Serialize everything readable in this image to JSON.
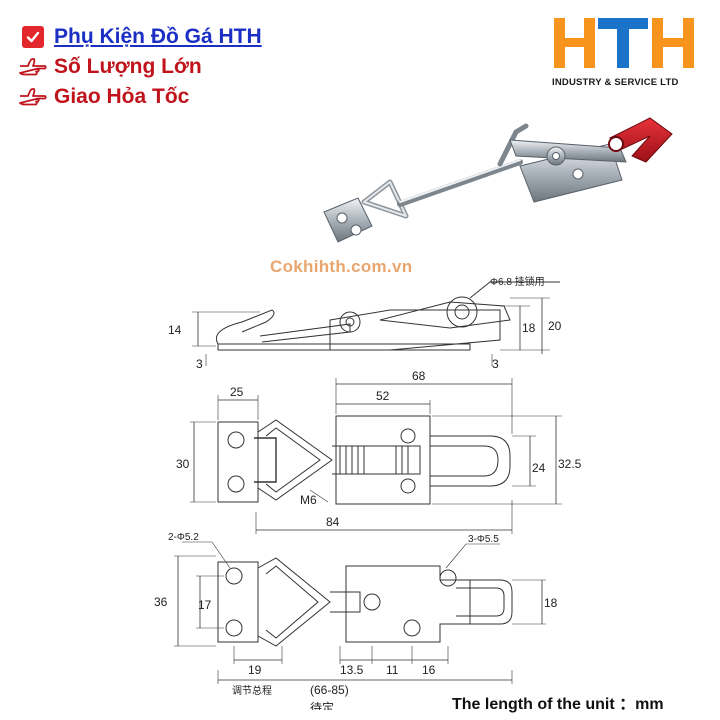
{
  "promo": {
    "shop_name": "Phụ Kiện Đồ Gá HTH",
    "bullet_1": "Số Lượng Lớn",
    "bullet_2": "Giao Hỏa Tốc"
  },
  "logo": {
    "mark": "HTH",
    "tagline": "INDUSTRY & SERVICE LTD",
    "colors": {
      "orange": "#f7941d",
      "blue": "#1a73c9"
    }
  },
  "watermark": "Cokhihth.com.vn",
  "drawing": {
    "side_view": {
      "hole_callout": "Φ6.8 挂锁用",
      "height_14": "14",
      "thickness_left": "3",
      "thickness_right": "3",
      "height_18": "18",
      "height_20": "20"
    },
    "top_view": {
      "width_25": "25",
      "length_68": "68",
      "length_52": "52",
      "height_30": "30",
      "height_24": "24",
      "height_32_5": "32.5",
      "thread": "M6",
      "length_84": "84"
    },
    "bottom_view": {
      "left_holes": "2-Φ5.2",
      "right_holes": "3-Φ5.5",
      "height_36": "36",
      "height_17": "17",
      "height_18": "18",
      "width_19": "19",
      "width_13_5": "13.5",
      "width_11": "11",
      "width_16": "16",
      "adjust_range_label": "调节总程",
      "adjust_range_value": "(66-85)",
      "pending_label": "待定"
    }
  },
  "footer_note": "The length of the unit ：mm"
}
